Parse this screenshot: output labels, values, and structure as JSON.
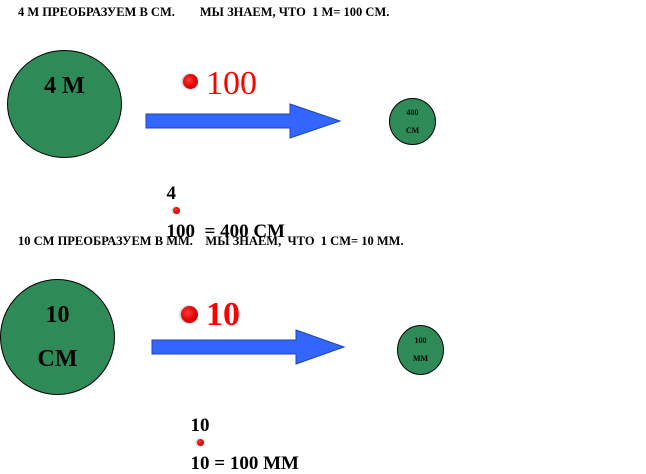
{
  "section1": {
    "heading": "4 М ПРЕОБРАЗУЕМ В СМ.        МЫ ЗНАЕМ, ЧТО  1 М= 100 СМ.",
    "big_circle": "4 М",
    "factor": "100",
    "small_circle_line1": "400",
    "small_circle_line2": "СМ",
    "equation_left": "4",
    "equation_right": "100  = 400 СМ"
  },
  "section2": {
    "heading": "10 СМ ПРЕОБРАЗУЕМ В ММ.    МЫ ЗНАЕМ,  ЧТО  1 СМ= 10 ММ.",
    "big_circle_line1": "10",
    "big_circle_line2": "СМ",
    "factor": "10",
    "small_circle_line1": "100",
    "small_circle_line2": "ММ",
    "equation_left": "10",
    "equation_right": "10 = 100 ММ"
  },
  "colors": {
    "circle_fill": "#2e8b57",
    "arrow_fill": "#3366ff",
    "factor_text": "#ff0000",
    "dot": "#e00000"
  }
}
